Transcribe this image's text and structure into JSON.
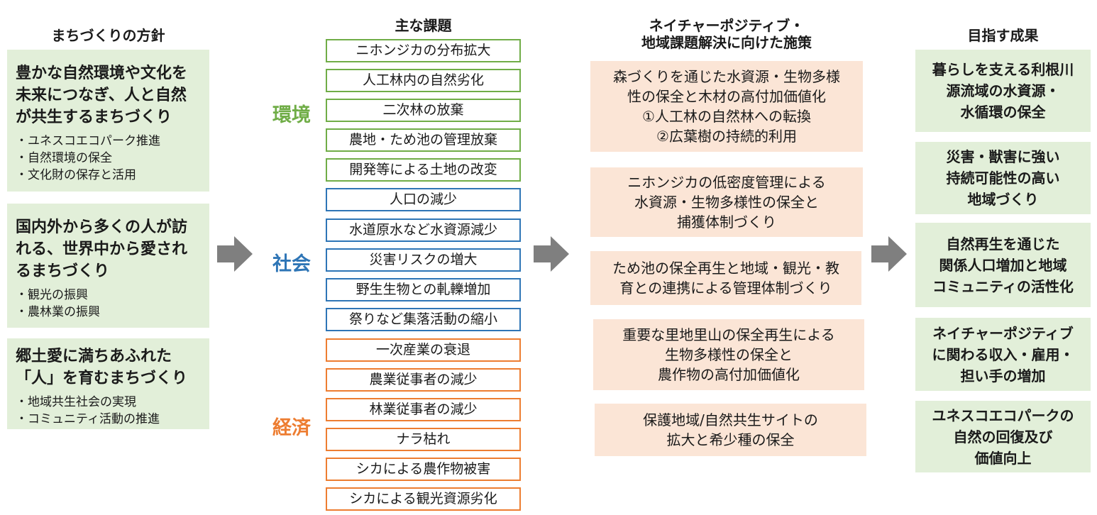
{
  "headers": {
    "policy": "まちづくりの方針",
    "issues": "主な課題",
    "measures": "ネイチャーポジティブ・\n地域課題解決に向けた施策",
    "outcomes": "目指す成果"
  },
  "policies": [
    {
      "title": "豊かな自然環境や文化を\n未来につなぎ、人と自然\nが共生するまちづくり",
      "bullets": [
        "・ユネスコエコパーク推進",
        "・自然環境の保全",
        "・文化財の保存と活用"
      ]
    },
    {
      "title": "国内外から多くの人が訪\nれる、世界中から愛され\nるまちづくり",
      "bullets": [
        "・観光の振興",
        "・農林業の振興"
      ]
    },
    {
      "title": "郷土愛に満ちあふれた\n「人」を育むまちづくり",
      "bullets": [
        "・地域共生社会の実現",
        "・コミュニティ活動の推進"
      ]
    }
  ],
  "categories": {
    "environment": "環境",
    "society": "社会",
    "economy": "経済"
  },
  "issues": {
    "environment": [
      "ニホンジカの分布拡大",
      "人工林内の自然劣化",
      "二次林の放棄",
      "農地・ため池の管理放棄",
      "開発等による土地の改変"
    ],
    "society": [
      "人口の減少",
      "水道原水など水資源減少",
      "災害リスクの増大",
      "野生生物との軋轢増加",
      "祭りなど集落活動の縮小"
    ],
    "economy": [
      "一次産業の衰退",
      "農業従事者の減少",
      "林業従事者の減少",
      "ナラ枯れ",
      "シカによる農作物被害",
      "シカによる観光資源劣化"
    ]
  },
  "measures": [
    "森づくりを通じた水資源・生物多様\n性の保全と木材の高付加価値化\n①人工林の自然林への転換\n②広葉樹の持続的利用",
    "ニホンジカの低密度管理による\n水資源・生物多様性の保全と\n捕獲体制づくり",
    "ため池の保全再生と地域・観光・教\n育との連携による管理体制づくり",
    "重要な里地里山の保全再生による\n生物多様性の保全と\n農作物の高付加価値化",
    "保護地域/自然共生サイトの\n拡大と希少種の保全"
  ],
  "outcomes": [
    "暮らしを支える利根川\n源流域の水資源・\n水循環の保全",
    "災害・獣害に強い\n持続可能性の高い\n地域づくり",
    "自然再生を通じた\n関係人口増加と地域\nコミュニティの活性化",
    "ネイチャーポジティブ\nに関わる収入・雇用・\n担い手の増加",
    "ユネスコエコパークの\n自然の回復及び\n価値向上"
  ],
  "colors": {
    "green_fill": "#e2efd9",
    "peach_fill": "#fbe5d6",
    "environment": "#70ad47",
    "society": "#2e75b6",
    "economy": "#ed7d31",
    "arrow": "#7f7f7f"
  },
  "icons": [
    "arrow-right-icon"
  ]
}
